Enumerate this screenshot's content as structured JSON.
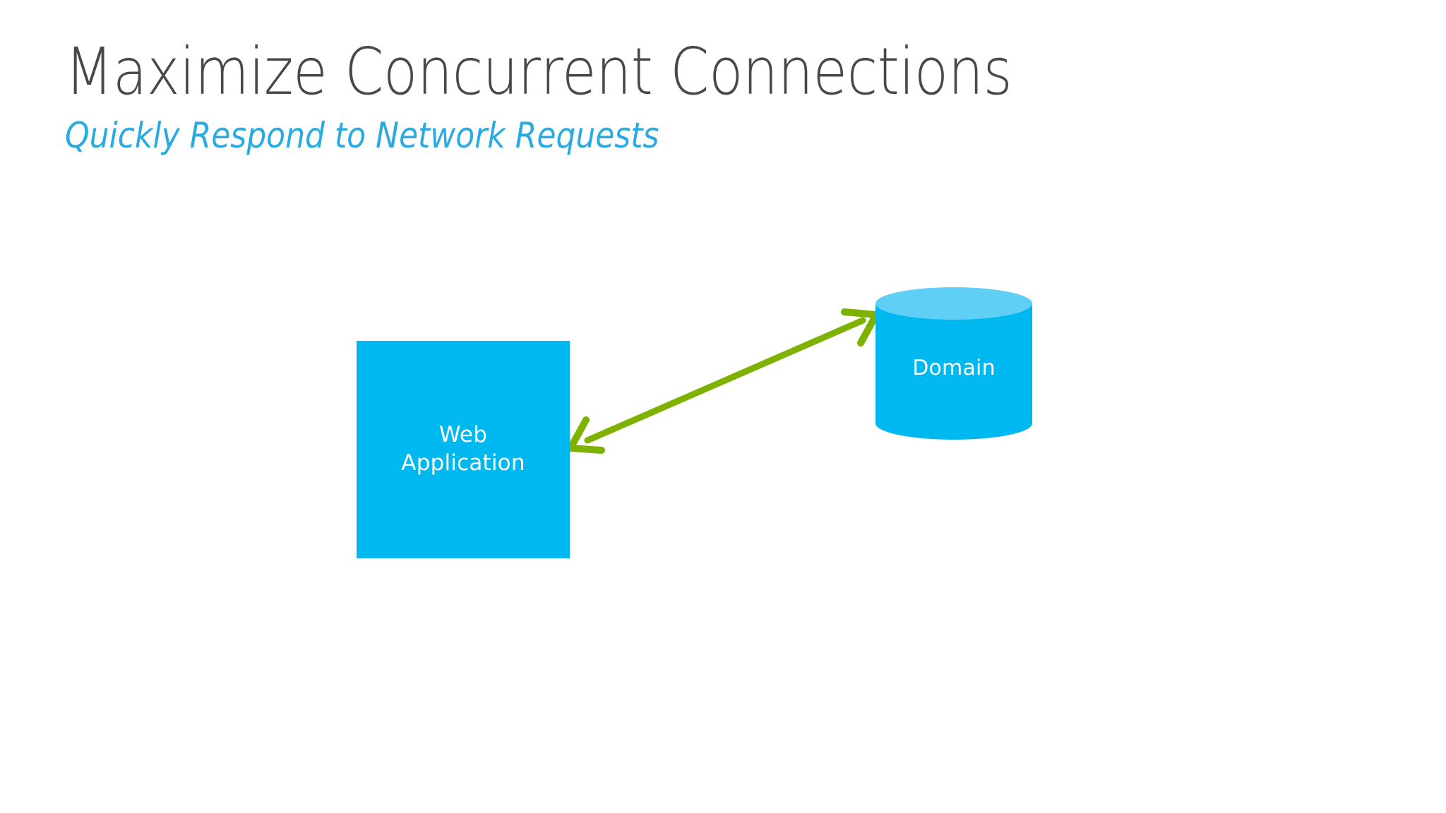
{
  "slide": {
    "title": "Maximize Concurrent Connections",
    "subtitle": "Quickly Respond to Network Requests",
    "background_color": "#FFFFFF",
    "title_color": "#484848",
    "subtitle_color": "#29ABE2"
  },
  "diagram": {
    "type": "flow-diagram",
    "nodes": [
      {
        "id": "web-application",
        "shape": "rectangle",
        "label": "Web\nApplication",
        "fill_color": "#00B8F0",
        "text_color": "#FFFFFF"
      },
      {
        "id": "domain",
        "shape": "cylinder",
        "label": "Domain",
        "fill_color": "#00B8F0",
        "top_face_color": "#5FCFF5",
        "text_color": "#FFFFFF"
      }
    ],
    "connectors": [
      {
        "id": "webapp-domain-connector",
        "from": "web-application",
        "to": "domain",
        "style": "double-headed-arrow",
        "color": "#7DB300"
      }
    ]
  }
}
